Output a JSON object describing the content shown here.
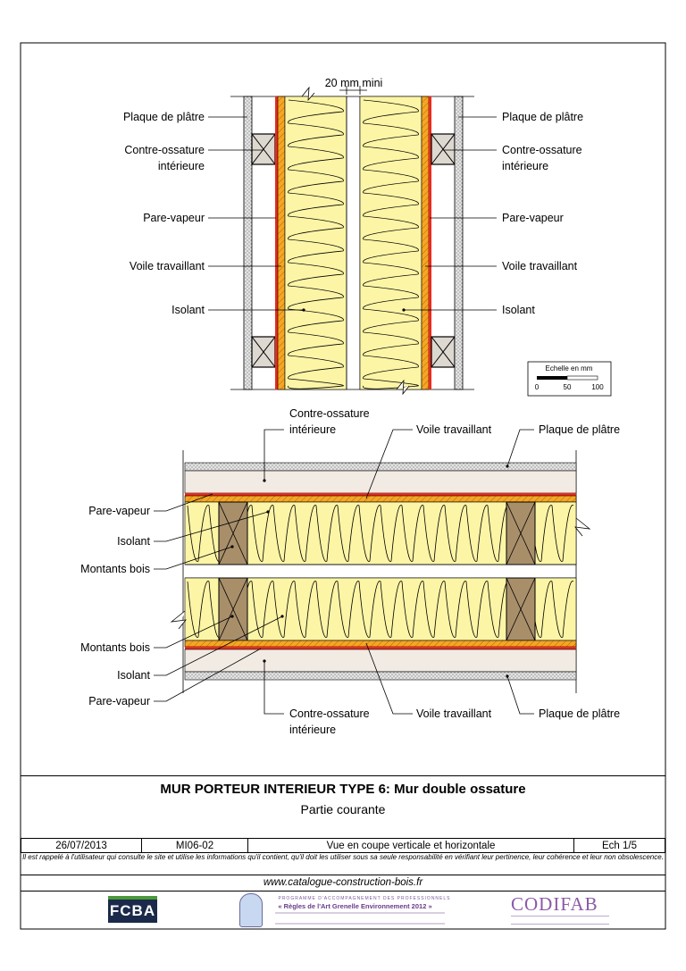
{
  "top_view": {
    "gap_label": "20 mm mini",
    "left_labels": [
      "Plaque de plâtre",
      "Contre-ossature",
      "intérieure",
      "Pare-vapeur",
      "Voile travaillant",
      "Isolant"
    ],
    "right_labels": [
      "Plaque de plâtre",
      "Contre-ossature",
      "intérieure",
      "Pare-vapeur",
      "Voile travaillant",
      "Isolant"
    ]
  },
  "scale_bar": {
    "title": "Echelle en mm",
    "ticks": [
      "0",
      "50",
      "100"
    ]
  },
  "bottom_view": {
    "top_labels": {
      "contre_1": "Contre-ossature",
      "contre_2": "intérieure",
      "voile": "Voile travaillant",
      "plaque": "Plaque de plâtre"
    },
    "left_labels": [
      "Pare-vapeur",
      "Isolant",
      "Montants bois",
      "Montants bois",
      "Isolant",
      "Pare-vapeur"
    ],
    "bottom_labels": {
      "contre_1": "Contre-ossature",
      "contre_2": "intérieure",
      "voile": "Voile travaillant",
      "plaque": "Plaque de plâtre"
    }
  },
  "title_block": {
    "title": "MUR PORTEUR INTERIEUR TYPE 6: Mur double ossature",
    "subtitle": "Partie courante",
    "date": "26/07/2013",
    "reference": "MI06-02",
    "view": "Vue en coupe verticale et horizontale",
    "scale": "Ech 1/5",
    "disclaimer": "Il est rappelé à l'utilisateur qui consulte le site et utilise les informations qu'il contient, qu'il doit les utiliser sous sa seule responsabilité en vérifiant leur pertinence, leur cohérence et leur non obsolescence.",
    "website": "www.catalogue-construction-bois.fr"
  },
  "logos": {
    "fcba": "FCBA",
    "rage_title": "PROGRAMME D'ACCOMPAGNEMENT DES PROFESSIONNELS",
    "rage_main": "« Règles de l'Art Grenelle Environnement 2012 »",
    "codifab": "CODIFAB"
  },
  "colors": {
    "insulation": "#fdf5a6",
    "membrane_red": "#ee2a1d",
    "osb_orange": "#f5a623",
    "timber": "#a88f6a",
    "plaster": "#d8d8d8"
  }
}
